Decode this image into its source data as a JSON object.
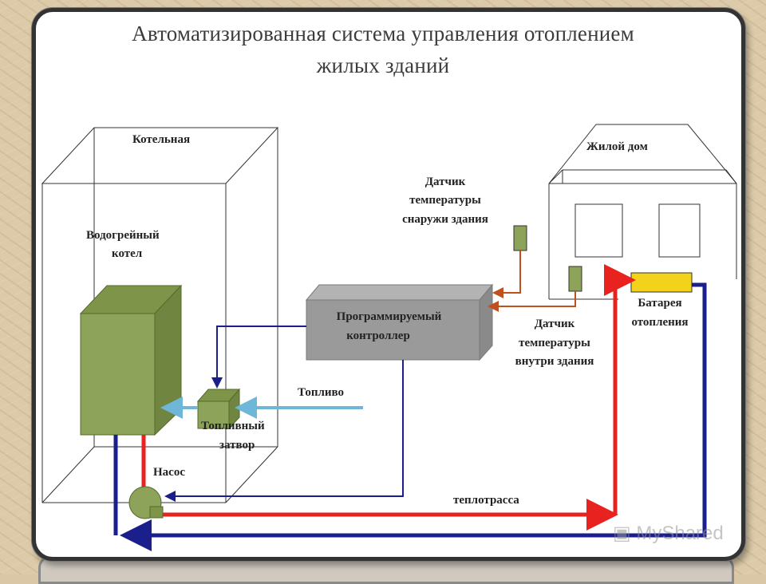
{
  "title": {
    "line1": "Автоматизированная система управления отоплением",
    "line2": "жилых зданий"
  },
  "labels": {
    "boiler_room": "Котельная",
    "water_heater_line1": "Водогрейный",
    "water_heater_line2": "котел",
    "outdoor_sensor_line1": "Датчик",
    "outdoor_sensor_line2": "температуры",
    "outdoor_sensor_line3": "снаружи здания",
    "residential_house": "Жилой дом",
    "controller_line1": "Программируемый",
    "controller_line2": "контроллер",
    "indoor_sensor_line1": "Датчик",
    "indoor_sensor_line2": "температуры",
    "indoor_sensor_line3": "внутри здания",
    "radiator_line1": "Батарея",
    "radiator_line2": "отопления",
    "fuel": "Топливо",
    "fuel_valve_line1": "Топливный",
    "fuel_valve_line2": "затвор",
    "pump": "Насос",
    "heating_main": "теплотрасса"
  },
  "watermark": "MyShared",
  "colors": {
    "hot_pipe": "#e8231f",
    "return_pipe": "#1a1f8c",
    "fuel_line": "#6fb7d8",
    "sensor_wire": "#c0501e",
    "boiler_green": "#8da35a",
    "controller_gray": "#9a9a9a",
    "radiator_yellow": "#f2d21a"
  }
}
